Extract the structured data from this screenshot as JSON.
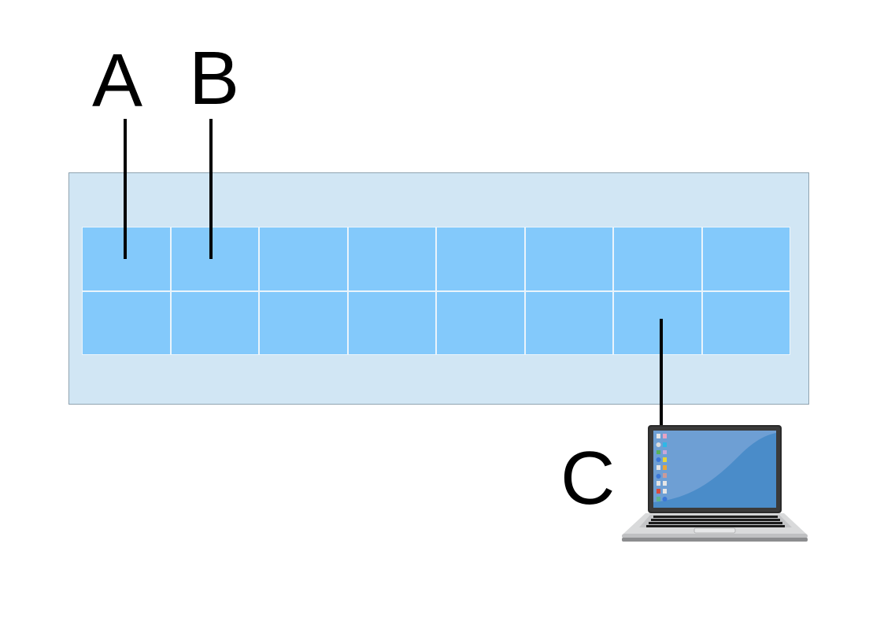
{
  "labels": {
    "a": "A",
    "b": "B",
    "c": "C"
  },
  "grid": {
    "rows": 2,
    "columns": 8
  },
  "colors": {
    "panel": "#d1e6f4",
    "cell": "#83c9fb",
    "leader": "#000000",
    "screen": "#4a8cc9"
  },
  "icons": {
    "device": "laptop-icon"
  }
}
